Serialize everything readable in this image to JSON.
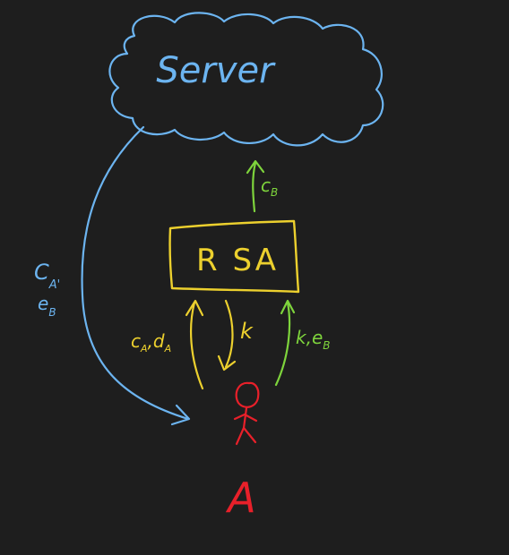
{
  "colors": {
    "background": "#1e1e1e",
    "blue": "#6cb4f0",
    "green": "#7ed43c",
    "yellow": "#ecd02e",
    "red": "#e8202a"
  },
  "nodes": {
    "server": {
      "label": "Server"
    },
    "rsa": {
      "label": "R SA"
    },
    "person": {
      "label": "A"
    }
  },
  "edges": {
    "rsa_to_server": {
      "label": "c",
      "subscript": "B"
    },
    "server_to_person": {
      "label_line1": "C",
      "line1_subscript": "A'",
      "label_line2": "e",
      "line2_subscript": "B"
    },
    "person_to_rsa": {
      "label_c": "c",
      "c_subscript": "A",
      "separator": ",",
      "label_d": "d",
      "d_subscript": "A"
    },
    "rsa_to_person": {
      "label": "k"
    },
    "person_to_rsa_green": {
      "label_k": "k",
      "separator": ",",
      "label_e": "e",
      "e_subscript": "B"
    }
  }
}
